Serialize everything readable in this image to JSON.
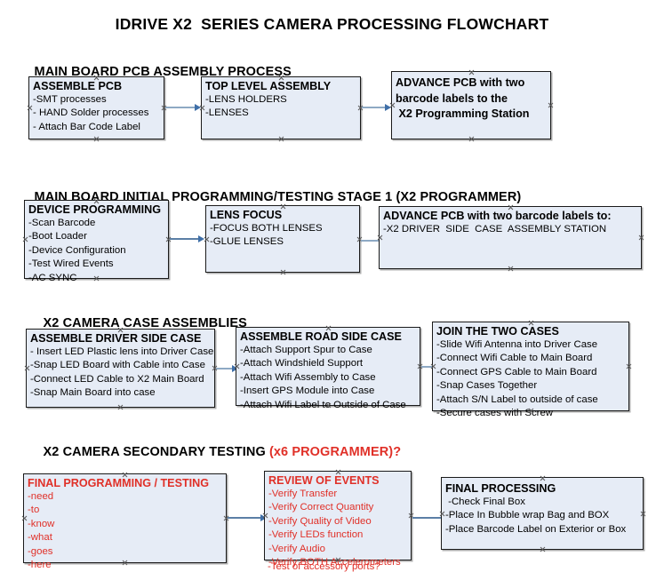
{
  "document": {
    "title": "IDRIVE X2  SERIES CAMERA PROCESSING FLOWCHART"
  },
  "colors": {
    "box_fill": "#e6ecf6",
    "box_border": "#1a1a1a",
    "arrow_line": "#8ea9c4",
    "arrow_head": "#3f6fa8",
    "accent_red": "#e03028",
    "text": "#000000"
  },
  "sections": [
    {
      "id": "main-board-pcb-assembly",
      "title": "MAIN BOARD PCB ASSEMBLY PROCESS",
      "title_accent": "",
      "nodes": [
        {
          "id": "assemble-pcb",
          "heading": "ASSEMBLE PCB",
          "lines": [
            "-SMT processes",
            "- HAND Solder processes",
            "- Attach Bar Code Label"
          ]
        },
        {
          "id": "top-level-assembly",
          "heading": "TOP LEVEL ASSEMBLY",
          "lines": [
            "-LENS HOLDERS",
            "-LENSES"
          ]
        },
        {
          "id": "advance-pcb-to-programming-station",
          "heading": "ADVANCE PCB with two\nbarcode labels to the\n X2 Programming Station",
          "lines": []
        }
      ]
    },
    {
      "id": "main-board-initial-programming",
      "title": "MAIN BOARD INITIAL PROGRAMMING/TESTING STAGE 1 (X2 PROGRAMMER)",
      "title_accent": "",
      "nodes": [
        {
          "id": "device-programming",
          "heading": "DEVICE PROGRAMMING",
          "lines": [
            "-Scan Barcode",
            "-Boot Loader",
            "-Device Configuration",
            "-Test Wired Events",
            "-AC SYNC"
          ]
        },
        {
          "id": "lens-focus",
          "heading": "LENS FOCUS",
          "lines": [
            "-FOCUS BOTH LENSES",
            "-GLUE LENSES"
          ]
        },
        {
          "id": "advance-pcb-to-driver-side-case",
          "heading": "ADVANCE PCB with two barcode labels to:",
          "lines": [
            "-X2 DRIVER  SIDE  CASE  ASSEMBLY STATION"
          ]
        }
      ]
    },
    {
      "id": "x2-camera-case-assemblies",
      "title": "X2 CAMERA CASE ASSEMBLIES",
      "title_accent": "",
      "nodes": [
        {
          "id": "assemble-driver-side-case",
          "heading": "ASSEMBLE DRIVER SIDE CASE",
          "lines": [
            "- Insert LED Plastic lens into Driver Case",
            "-Snap LED Board with Cable into Case",
            "-Connect LED Cable to X2 Main Board",
            "-Snap Main Board into case"
          ]
        },
        {
          "id": "assemble-road-side-case",
          "heading": "ASSEMBLE ROAD SIDE CASE",
          "lines": [
            "-Attach Support Spur to Case",
            "-Attach Windshield Support",
            "-Attach Wifi Assembly to Case",
            "-Insert GPS Module into Case",
            "-Attach Wifi Label to Outside of Case"
          ]
        },
        {
          "id": "join-the-two-cases",
          "heading": "JOIN THE TWO CASES",
          "lines": [
            "-Slide Wifi Antenna into Driver Case",
            "-Connect Wifi Cable to Main Board",
            "-Connect GPS Cable to Main Board",
            "-Snap Cases Together",
            "-Attach S/N Label to outside of case",
            "-Secure cases with Screw"
          ]
        }
      ]
    },
    {
      "id": "x2-camera-secondary-testing",
      "title": "X2 CAMERA SECONDARY TESTING ",
      "title_accent": "(x6 PROGRAMMER)?",
      "nodes": [
        {
          "id": "final-programming-testing",
          "heading": "FINAL PROGRAMMING / TESTING",
          "lines": [
            "-need",
            "-to",
            "-know",
            "-what",
            "-goes",
            "-here"
          ]
        },
        {
          "id": "review-of-events",
          "heading": "REVIEW OF EVENTS",
          "lines": [
            "-Verify Transfer",
            "-Verify Correct Quantity",
            "-Verify Quality of Video",
            "-Verify LEDs function",
            "-Verify Audio",
            "-Verify BOTH Accelerometers"
          ],
          "overflow_line": "-Test of accessory ports?"
        },
        {
          "id": "final-processing",
          "heading": "FINAL PROCESSING",
          "lines": [
            " -Check Final Box",
            "-Place In Bubble wrap Bag and BOX",
            "-Place Barcode Label on Exterior or Box"
          ]
        }
      ]
    }
  ]
}
